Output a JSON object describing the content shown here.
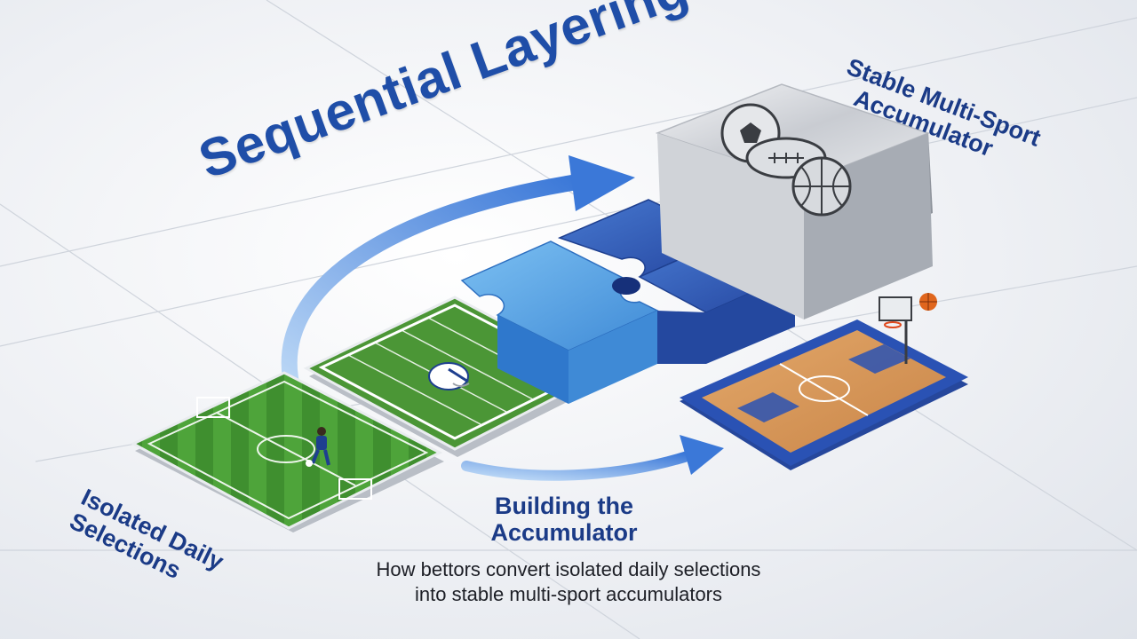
{
  "title": "Sequential Layering",
  "top_right_label": [
    "Stable Multi-Sport",
    "Accumulator"
  ],
  "left_label": [
    "Isolated Daily",
    "Selections"
  ],
  "center_heading": [
    "Building the",
    "Accumulator"
  ],
  "description": [
    "How bettors convert isolated daily selections",
    "into stable multi-sport accumulators"
  ],
  "icons": [
    "soccer-field",
    "soccer-player-icon",
    "football-field",
    "football-helmet-icon",
    "puzzle-piece",
    "metal-block",
    "soccer-ball-icon",
    "football-icon",
    "basketball-icon",
    "basketball-court",
    "basketball-hoop-icon"
  ],
  "colors": {
    "title": "#1f4ea8",
    "labels": "#1b3b87",
    "arrow": "#3b78d8",
    "puzzle_light": "#5aa6e8",
    "puzzle_dark": "#2f5db8"
  }
}
